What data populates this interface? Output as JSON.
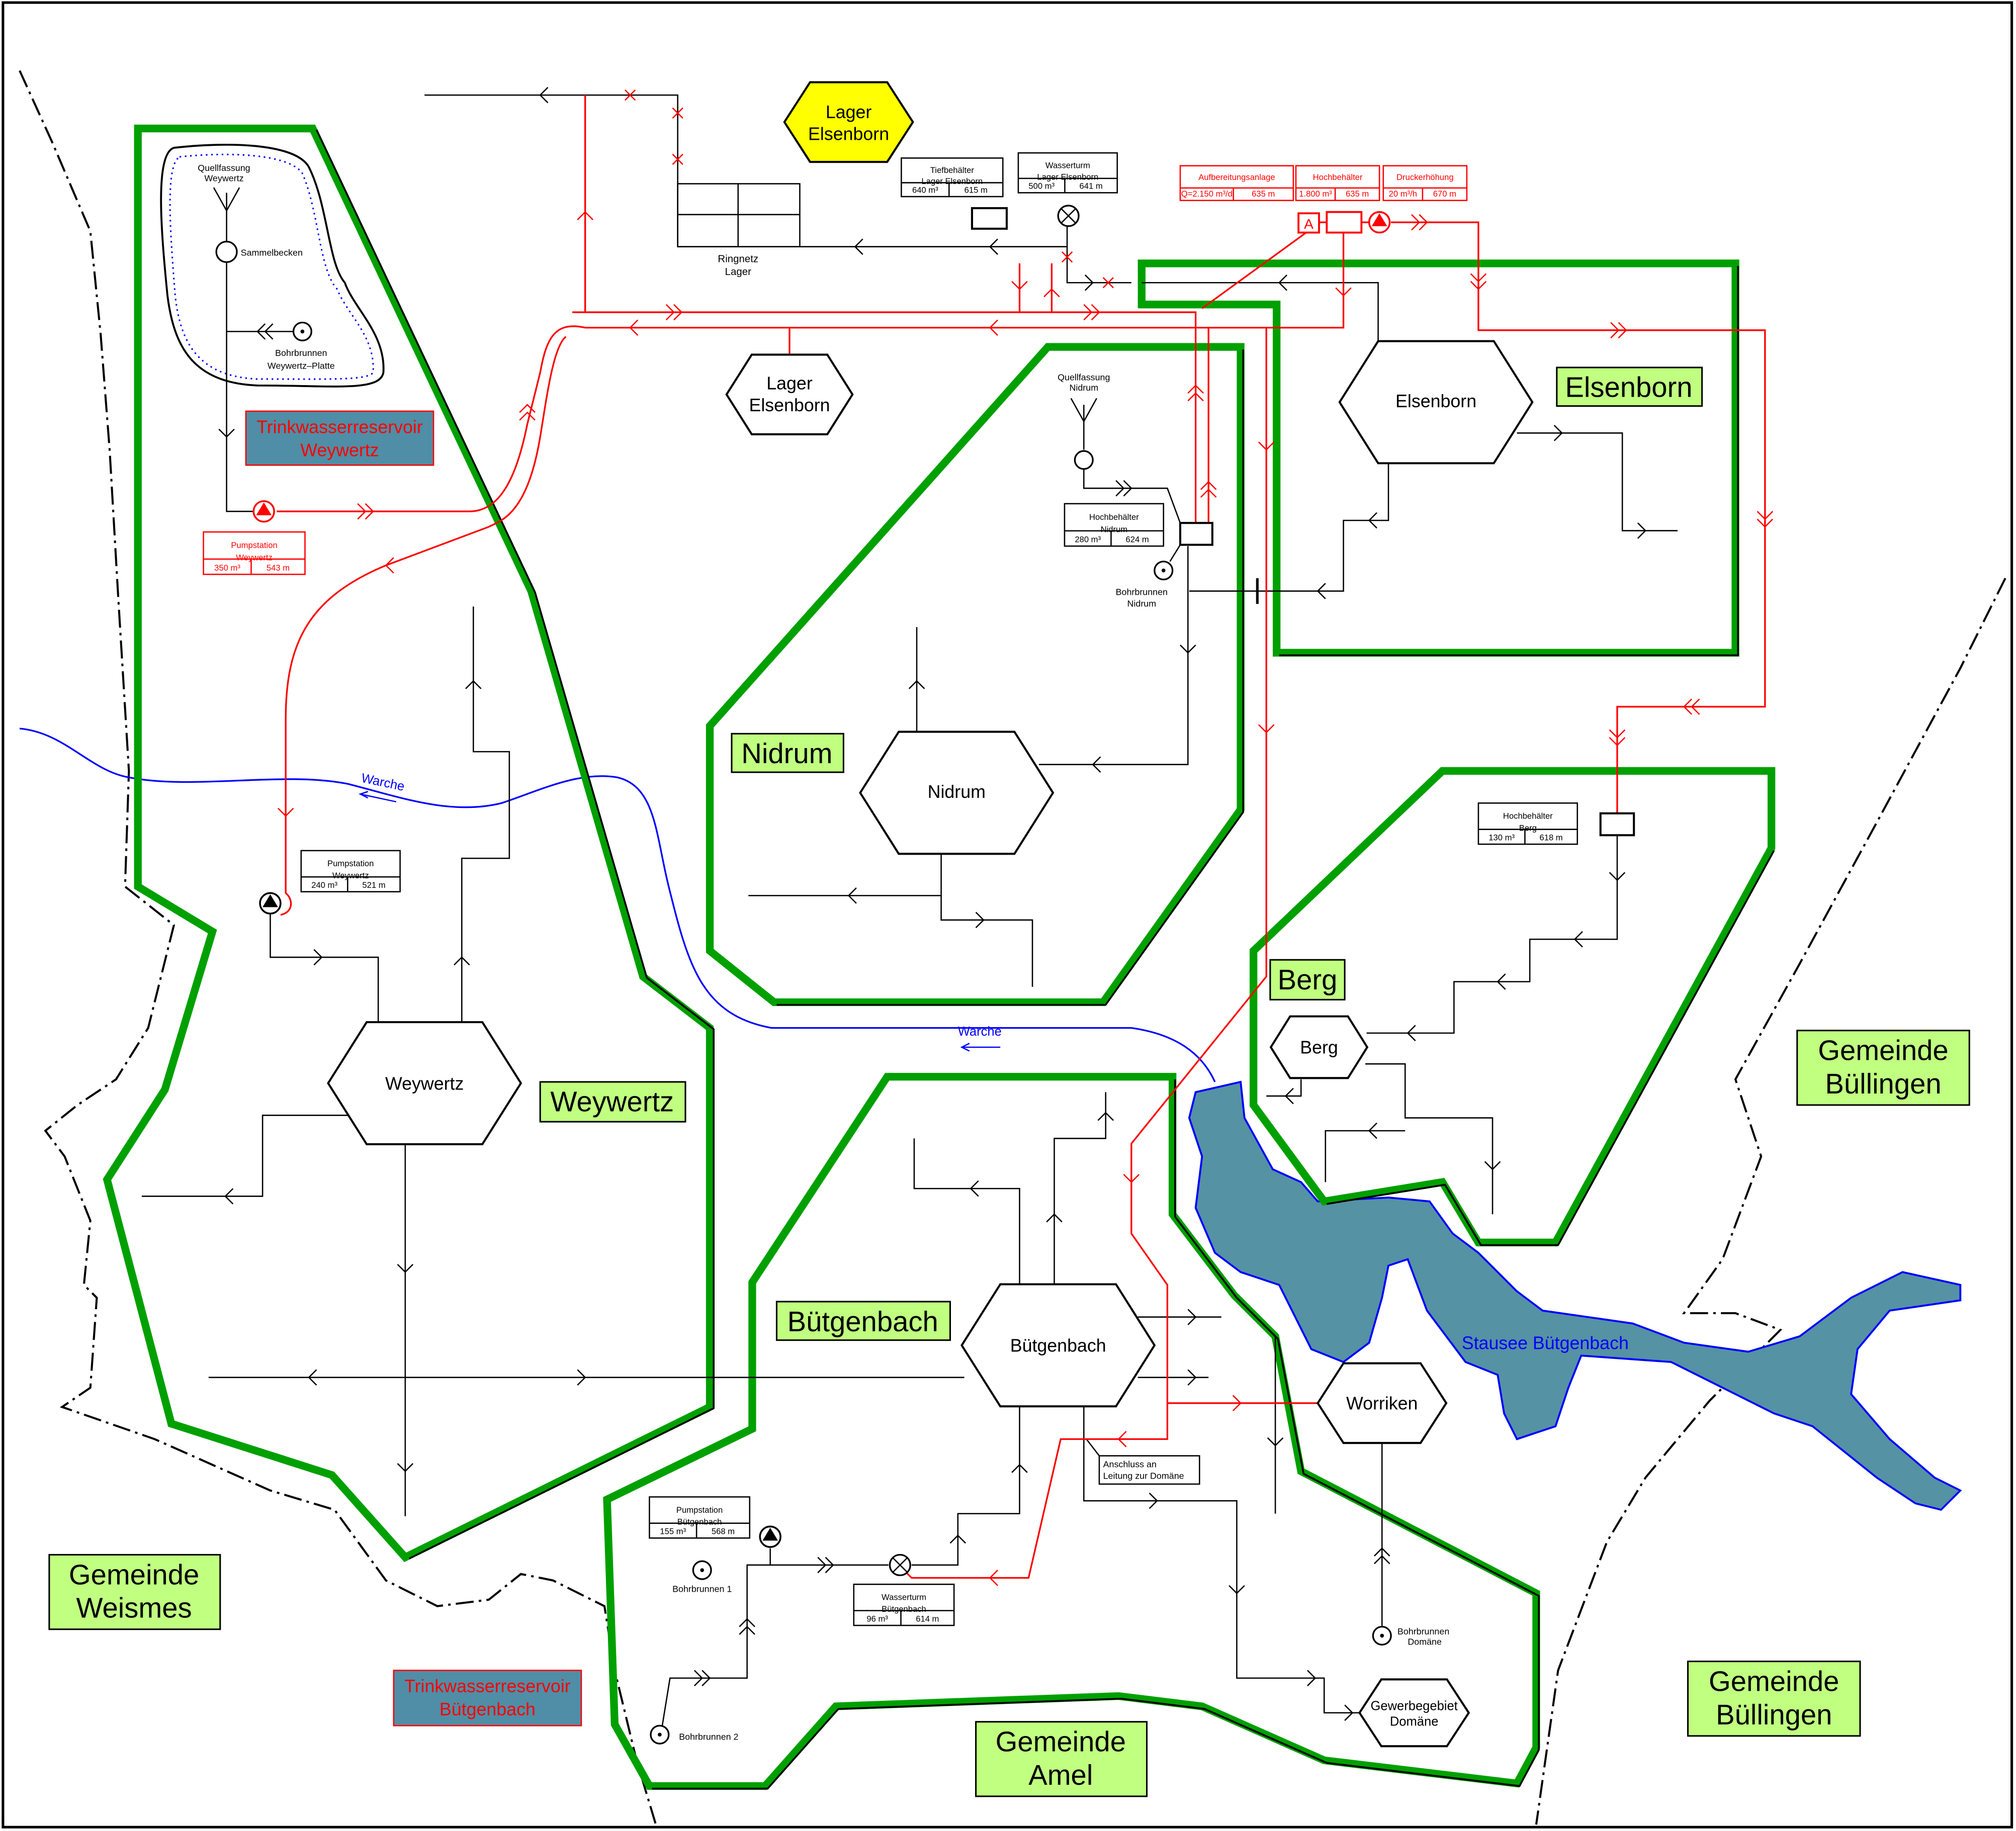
{
  "zones": {
    "weywertz": "Weywertz",
    "nidrum": "Nidrum",
    "elsenborn": "Elsenborn",
    "berg": "Berg",
    "buetgenbach": "Bütgenbach"
  },
  "municipalities": {
    "weismes": [
      "Gemeinde",
      "Weismes"
    ],
    "amel": [
      "Gemeinde",
      "Amel"
    ],
    "buellingen_north": [
      "Gemeinde",
      "Büllingen"
    ],
    "buellingen_south": [
      "Gemeinde",
      "Büllingen"
    ]
  },
  "localities": {
    "lager_top": [
      "Lager",
      "Elsenborn"
    ],
    "lager": [
      "Lager",
      "Elsenborn"
    ],
    "elsenborn": "Elsenborn",
    "nidrum": "Nidrum",
    "weywertz": "Weywertz",
    "buetgenbach": "Bütgenbach",
    "berg": "Berg",
    "worriken": "Worriken",
    "gewerbe": [
      "Gewerbegebiet",
      "Domäne"
    ]
  },
  "reservoirs": [
    [
      "Trinkwasserreservoir",
      "Weywertz"
    ],
    [
      "Trinkwasserreservoir",
      "Bütgenbach"
    ]
  ],
  "tables": [
    {
      "title": [
        "Tiefbehälter",
        "Lager  Elsenborn"
      ],
      "volume": "640  m³",
      "elevation": "615  m",
      "color": "#000000"
    },
    {
      "title": [
        "Wasserturm",
        "Lager  Elsenborn"
      ],
      "volume": "500  m³",
      "elevation": "641  m",
      "color": "#000000"
    },
    {
      "title": [
        "Aufbereitungsanlage"
      ],
      "volume": "Q=2.150  m³/d",
      "elevation": "635  m",
      "color": "#ff0000"
    },
    {
      "title": [
        "Hochbehälter"
      ],
      "volume": "1.800  m³",
      "elevation": "635  m",
      "color": "#ff0000"
    },
    {
      "title": [
        "Druckerhöhung"
      ],
      "volume": "20  m³/h",
      "elevation": "670  m",
      "color": "#ff0000"
    },
    {
      "title": [
        "Hochbehälter",
        "Nidrum"
      ],
      "volume": "280  m³",
      "elevation": "624  m",
      "color": "#000000"
    },
    {
      "title": [
        "Hochbehälter",
        "Berg"
      ],
      "volume": "130  m³",
      "elevation": "618  m",
      "color": "#000000"
    },
    {
      "title": [
        "Pumpstation",
        "Weywertz"
      ],
      "volume": "350  m³",
      "elevation": "543  m",
      "color": "#ff0000"
    },
    {
      "title": [
        "Pumpstation",
        "Weywertz"
      ],
      "volume": "240  m³",
      "elevation": "521  m",
      "color": "#000000"
    },
    {
      "title": [
        "Pumpstation",
        "Bütgenbach"
      ],
      "volume": "155  m³",
      "elevation": "568  m",
      "color": "#000000"
    },
    {
      "title": [
        "Wasserturm",
        "Bütgenbach"
      ],
      "volume": "96  m³",
      "elevation": "614  m",
      "color": "#000000"
    }
  ],
  "labels": {
    "quellfassung_weywertz": [
      "Quellfassung",
      "Weywertz"
    ],
    "sammelbecken": "Sammelbecken",
    "bohrbrunnen_weywertz": [
      "Bohrbrunnen",
      "Weywertz–Platte"
    ],
    "ringnetz": [
      "Ringnetz",
      "Lager"
    ],
    "quellfassung_nidrum": [
      "Quellfassung",
      "Nidrum"
    ],
    "bohrbrunnen_nidrum": [
      "Bohrbrunnen",
      "Nidrum"
    ],
    "bohrbrunnen_1": "Bohrbrunnen  1",
    "bohrbrunnen_2": "Bohrbrunnen  2",
    "bohrbrunnen_domaene": [
      "Bohrbrunnen",
      "Domäne"
    ],
    "anschluss": [
      "Anschluss  an",
      "Leitung  zur  Domäne"
    ],
    "treatment_marker": "A"
  },
  "water": {
    "river": "Warche",
    "river2": "Warche",
    "lake": "Stausee  Bütgenbach"
  },
  "colors": {
    "zone": "#00a000",
    "label_fill": "#c0ff80",
    "lake": "#5592a4",
    "river": "#0000ff",
    "planned_pipe": "#ff0000",
    "lager_node": "#ffff00"
  }
}
